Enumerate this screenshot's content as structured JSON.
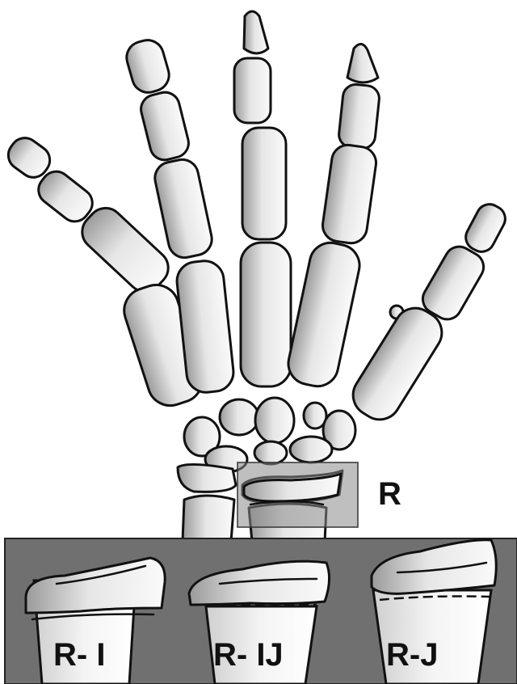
{
  "main_label": "R",
  "panels": [
    {
      "label": "R- I"
    },
    {
      "label": "R- IJ"
    },
    {
      "label": "R-J"
    }
  ],
  "colors": {
    "panel_background": "#707070",
    "roi_box": "#8a8a8a",
    "outline": "#111111"
  }
}
